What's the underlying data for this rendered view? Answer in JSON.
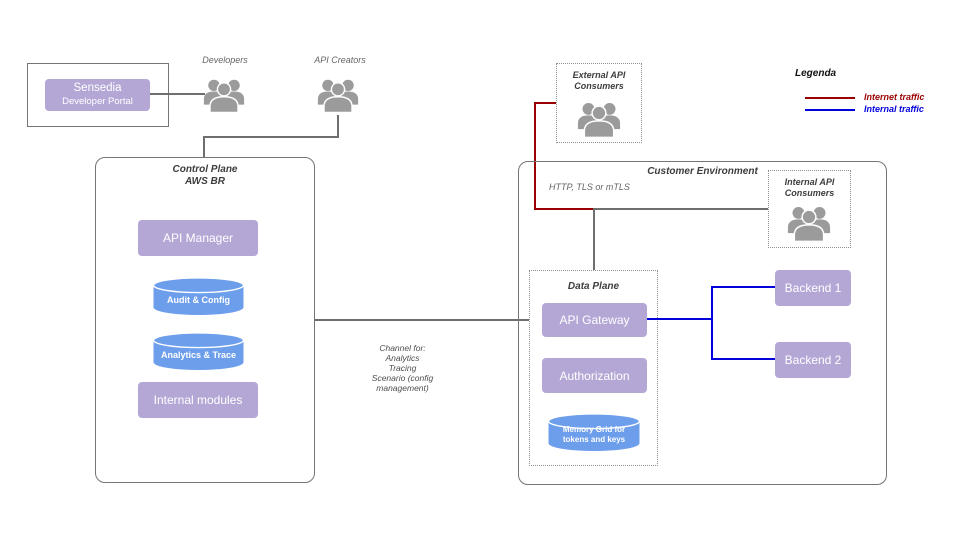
{
  "colors": {
    "purple": "#b4a7d6",
    "blue_fill": "#6d9eeb",
    "internet_red": "#990000",
    "internal_blue": "#0000dd",
    "line_gray": "#6e6e6e",
    "border_gray": "#757575",
    "dot_gray": "#8f8f8f",
    "title_gray": "#3d3d3d",
    "label_gray": "#666666",
    "icon_gray": "#9b9b9b"
  },
  "sensedia": {
    "line1": "Sensedia",
    "line2": "Developer Portal"
  },
  "actors": {
    "developers_label": "Developers",
    "api_creators_label": "API Creators"
  },
  "control_plane": {
    "title_line1": "Control Plane",
    "title_line2": "AWS BR",
    "api_manager": "API Manager",
    "audit_config": "Audit & Config",
    "analytics_trace": "Analytics & Trace",
    "internal_modules": "Internal modules"
  },
  "channel_note": {
    "lines": [
      "Channel  for:",
      "Analytics",
      "Tracing",
      "Scenario (config",
      "management)"
    ]
  },
  "customer_env": {
    "title": "Customer Environment",
    "protocol_label": "HTTP, TLS or mTLS",
    "external_consumers": {
      "line1": "External API",
      "line2": "Consumers"
    },
    "internal_consumers": {
      "line1": "Internal API",
      "line2": "Consumers"
    },
    "data_plane": {
      "title": "Data Plane",
      "api_gateway": "API Gateway",
      "authorization": "Authorization",
      "memory_grid_line1": "Memory Grid for",
      "memory_grid_line2": "tokens and keys"
    },
    "backend1": "Backend 1",
    "backend2": "Backend 2"
  },
  "legend": {
    "title": "Legenda",
    "internet": "Internet traffic",
    "internal": "Internal traffic"
  }
}
